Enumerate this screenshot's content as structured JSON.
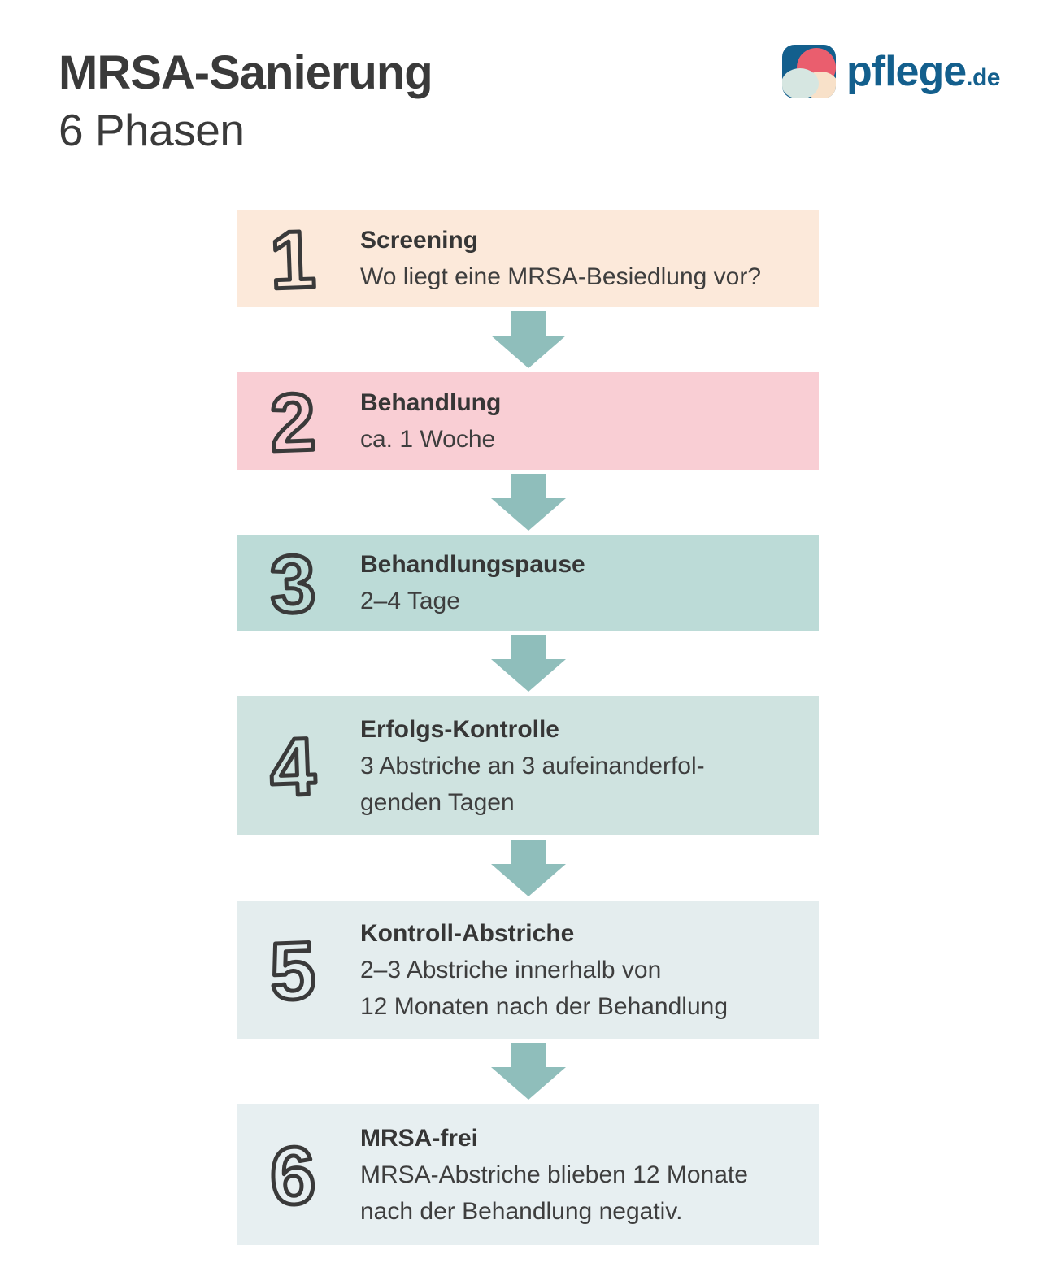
{
  "header": {
    "title": "MRSA-Sanierung",
    "subtitle": "6 Phasen"
  },
  "logo": {
    "wordmark": "pflege",
    "tld": ".de",
    "brand_blue": "#135f8d",
    "icon_coral": "#ea5e6e",
    "icon_cream": "#f8e1c9",
    "icon_mint": "#d6e6e1"
  },
  "flow": {
    "arrow_color": "#8fbebb",
    "ink_color": "#3a3a3a",
    "phases": [
      {
        "number": "1",
        "title": "Screening",
        "line1": "Wo liegt eine MRSA-Besiedlung vor?",
        "line2": "",
        "bg": "#fce9da"
      },
      {
        "number": "2",
        "title": "Behandlung",
        "line1": "ca. 1 Woche",
        "line2": "",
        "bg": "#f9ced4"
      },
      {
        "number": "3",
        "title": "Behandlungspause",
        "line1": "2–4 Tage",
        "line2": "",
        "bg": "#bcdbd7"
      },
      {
        "number": "4",
        "title": "Erfolgs-Kontrolle",
        "line1": "3 Abstriche an 3 aufeinanderfol-",
        "line2": "genden Tagen",
        "bg": "#cfe3e0"
      },
      {
        "number": "5",
        "title": "Kontroll-Abstriche",
        "line1": "2–3 Abstriche innerhalb von",
        "line2": "12 Monaten nach der Behandlung",
        "bg": "#e4edee"
      },
      {
        "number": "6",
        "title": "MRSA-frei",
        "line1": "MRSA-Abstriche blieben 12 Monate",
        "line2": "nach der Behandlung negativ.",
        "bg": "#e7eff1"
      }
    ]
  }
}
